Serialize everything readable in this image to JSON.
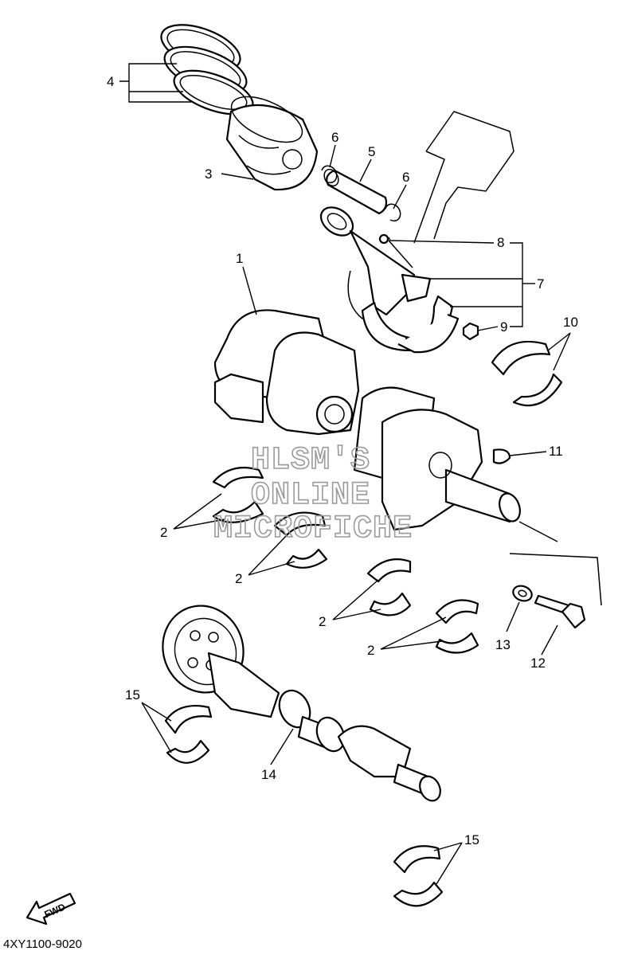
{
  "diagram": {
    "callouts": [
      "4",
      "6",
      "5",
      "6",
      "3",
      "8",
      "1",
      "7",
      "9",
      "10",
      "11",
      "2",
      "2",
      "2",
      "2",
      "13",
      "12",
      "15",
      "14",
      "15"
    ],
    "watermark": [
      "HLSM'S",
      "ONLINE",
      "MICROFICHE"
    ],
    "fwd_label": "FWD",
    "diagram_code": "4XY1100-9020"
  }
}
